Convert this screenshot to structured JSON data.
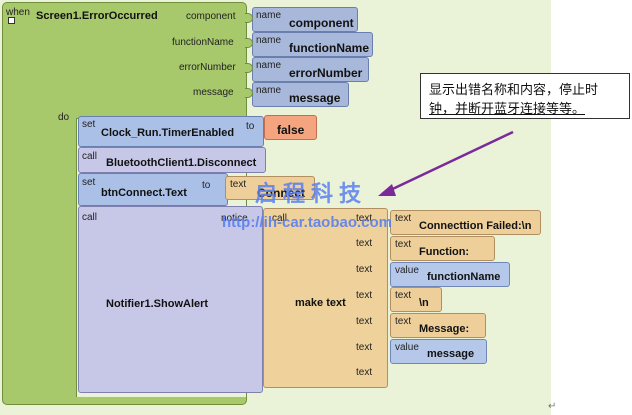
{
  "event": {
    "when_label": "when",
    "name": "Screen1.ErrorOccurred",
    "do_label": "do",
    "params": [
      {
        "label": "component",
        "name_label": "name",
        "value": "component"
      },
      {
        "label": "functionName",
        "name_label": "name",
        "value": "functionName"
      },
      {
        "label": "errorNumber",
        "name_label": "name",
        "value": "errorNumber"
      },
      {
        "label": "message",
        "name_label": "name",
        "value": "message"
      }
    ]
  },
  "statements": {
    "set1": {
      "kw": "set",
      "name": "Clock_Run.TimerEnabled",
      "to": "to",
      "value": "false"
    },
    "call1": {
      "kw": "call",
      "name": "BluetoothClient1.Disconnect"
    },
    "set2": {
      "kw": "set",
      "name": "btnConnect.Text",
      "to": "to",
      "text_label": "text",
      "value": "Connect"
    },
    "call2": {
      "kw": "call",
      "name": "Notifier1.ShowAlert",
      "notice_label": "notice",
      "make_call_label": "call",
      "make_text": "make text",
      "text_socket_label": "text",
      "items": [
        {
          "kind": "text",
          "kind_label": "text",
          "value": "Connecttion Failed:\\n"
        },
        {
          "kind": "text",
          "kind_label": "text",
          "value": "Function:"
        },
        {
          "kind": "value",
          "kind_label": "value",
          "value": "functionName"
        },
        {
          "kind": "text",
          "kind_label": "text",
          "value": "\\n"
        },
        {
          "kind": "text",
          "kind_label": "text",
          "value": "Message:"
        },
        {
          "kind": "value",
          "kind_label": "value",
          "value": "message"
        },
        {
          "kind": "empty",
          "kind_label": "",
          "value": ""
        }
      ]
    }
  },
  "callout": {
    "line1": "显示出错名称和内容，停止时",
    "line2": "钟，并断开蓝牙连接等等。"
  },
  "watermark": {
    "cn": "启程科技",
    "url": "http://ih-car.taobao.com"
  },
  "colors": {
    "event": "#a7c86b",
    "set": "#abc0e6",
    "call": "#c7c7e8",
    "logic_false": "#f4a47f",
    "text": "#eecf9a",
    "value": "#b6c8ea",
    "callout_arrow": "#7a2a9a",
    "watermark": "#5a7ff0"
  }
}
